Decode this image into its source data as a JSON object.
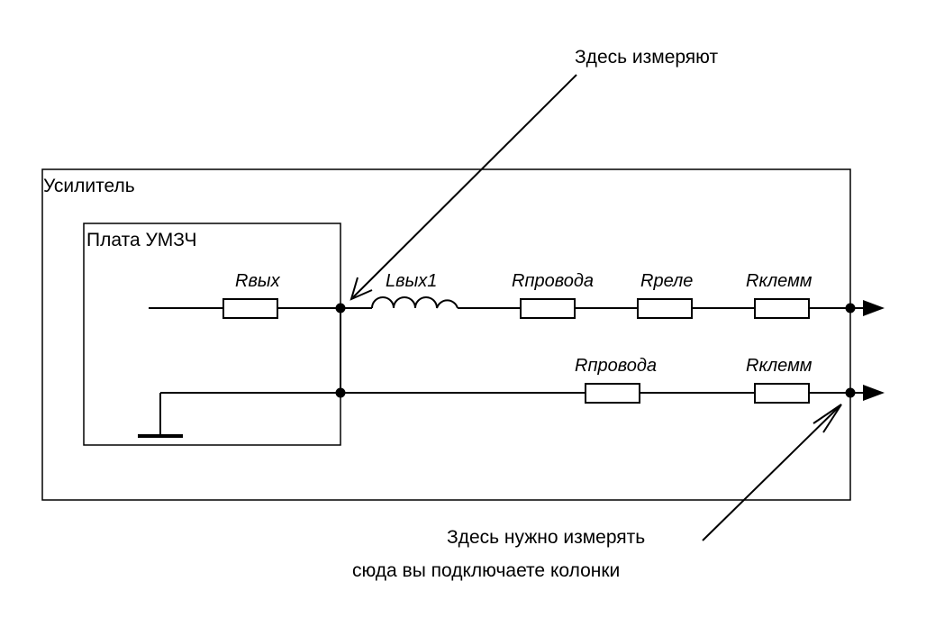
{
  "labels": {
    "measured_here": "Здесь измеряют",
    "amplifier": "Усилитель",
    "board": "Плата УМЗЧ",
    "should_measure_1": "Здесь нужно измерять",
    "should_measure_2": "сюда вы подключаете колонки"
  },
  "components": {
    "r_out": "Rвых",
    "l_out": "Lвых1",
    "r_wire_top": "Rпровода",
    "r_relay": "Rреле",
    "r_term_top": "Rклемм",
    "r_wire_bottom": "Rпровода",
    "r_term_bottom": "Rклемм"
  }
}
